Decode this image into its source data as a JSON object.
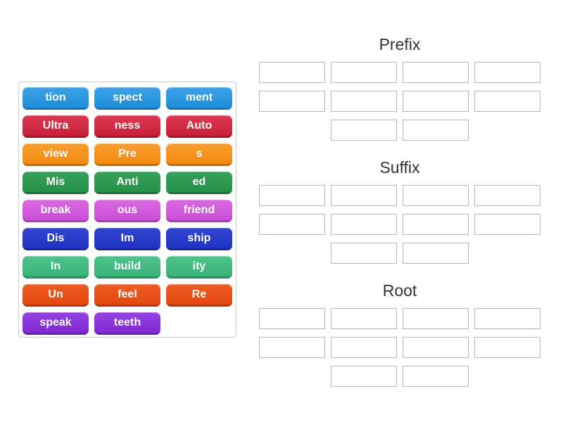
{
  "palette": {
    "sky_blue": {
      "top": "#3ea3e8",
      "bottom": "#1e8ed8",
      "edge": "#1a72b4"
    },
    "crimson": {
      "top": "#dc3a52",
      "bottom": "#c9203a",
      "edge": "#9e172c"
    },
    "orange": {
      "top": "#f99e2f",
      "bottom": "#f28b12",
      "edge": "#c06d0e"
    },
    "green": {
      "top": "#379f58",
      "bottom": "#27924a",
      "edge": "#1e7239"
    },
    "orchid": {
      "top": "#d96ae0",
      "bottom": "#c94fd6",
      "edge": "#a53fae"
    },
    "royal_blue": {
      "top": "#3245d0",
      "bottom": "#2133c4",
      "edge": "#1a279b"
    },
    "sea_green": {
      "top": "#4fc48c",
      "bottom": "#38b377",
      "edge": "#2b8c5e"
    },
    "vermilion": {
      "top": "#ee5d24",
      "bottom": "#e2470e",
      "edge": "#b5390b"
    },
    "purple": {
      "top": "#9443e2",
      "bottom": "#8129d4",
      "edge": "#671fab"
    }
  },
  "word_bank": {
    "tiles": [
      {
        "label": "tion",
        "color": "sky_blue"
      },
      {
        "label": "spect",
        "color": "sky_blue"
      },
      {
        "label": "ment",
        "color": "sky_blue"
      },
      {
        "label": "Ultra",
        "color": "crimson"
      },
      {
        "label": "ness",
        "color": "crimson"
      },
      {
        "label": "Auto",
        "color": "crimson"
      },
      {
        "label": "view",
        "color": "orange"
      },
      {
        "label": "Pre",
        "color": "orange"
      },
      {
        "label": "s",
        "color": "orange"
      },
      {
        "label": "Mis",
        "color": "green"
      },
      {
        "label": "Anti",
        "color": "green"
      },
      {
        "label": "ed",
        "color": "green"
      },
      {
        "label": "break",
        "color": "orchid"
      },
      {
        "label": "ous",
        "color": "orchid"
      },
      {
        "label": "friend",
        "color": "orchid"
      },
      {
        "label": "Dis",
        "color": "royal_blue"
      },
      {
        "label": "Im",
        "color": "royal_blue"
      },
      {
        "label": "ship",
        "color": "royal_blue"
      },
      {
        "label": "In",
        "color": "sea_green"
      },
      {
        "label": "build",
        "color": "sea_green"
      },
      {
        "label": "ity",
        "color": "sea_green"
      },
      {
        "label": "Un",
        "color": "vermilion"
      },
      {
        "label": "feel",
        "color": "vermilion"
      },
      {
        "label": "Re",
        "color": "vermilion"
      },
      {
        "label": "speak",
        "color": "purple"
      },
      {
        "label": "teeth",
        "color": "purple"
      }
    ]
  },
  "groups": [
    {
      "title": "Prefix",
      "slot_count": 10
    },
    {
      "title": "Suffix",
      "slot_count": 10
    },
    {
      "title": "Root",
      "slot_count": 10
    }
  ]
}
